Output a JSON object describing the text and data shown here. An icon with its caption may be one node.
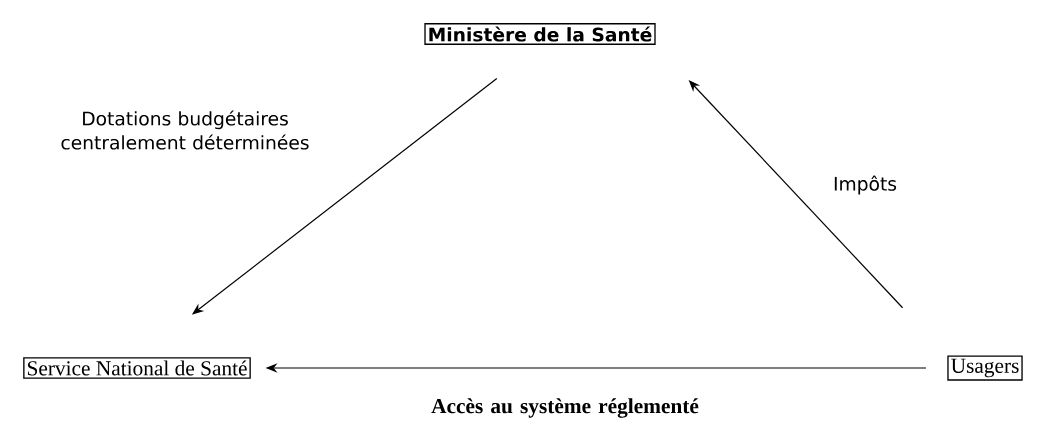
{
  "diagram": {
    "nodes": [
      {
        "text": [
          "Ministère de la Santé"
        ]
      },
      {
        "text": [
          "Service National de Santé"
        ]
      },
      {
        "text": [
          "Usagers"
        ]
      }
    ],
    "edges": [
      {
        "from": 0,
        "to": 1,
        "arrow": "to",
        "label": "Dotations budgétaires centralement déterminées"
      },
      {
        "from": 2,
        "to": 0,
        "arrow": "to",
        "label": "Impôts"
      },
      {
        "from": 2,
        "to": 1,
        "arrow": "to",
        "label": "Accès au système réglementé"
      }
    ]
  }
}
